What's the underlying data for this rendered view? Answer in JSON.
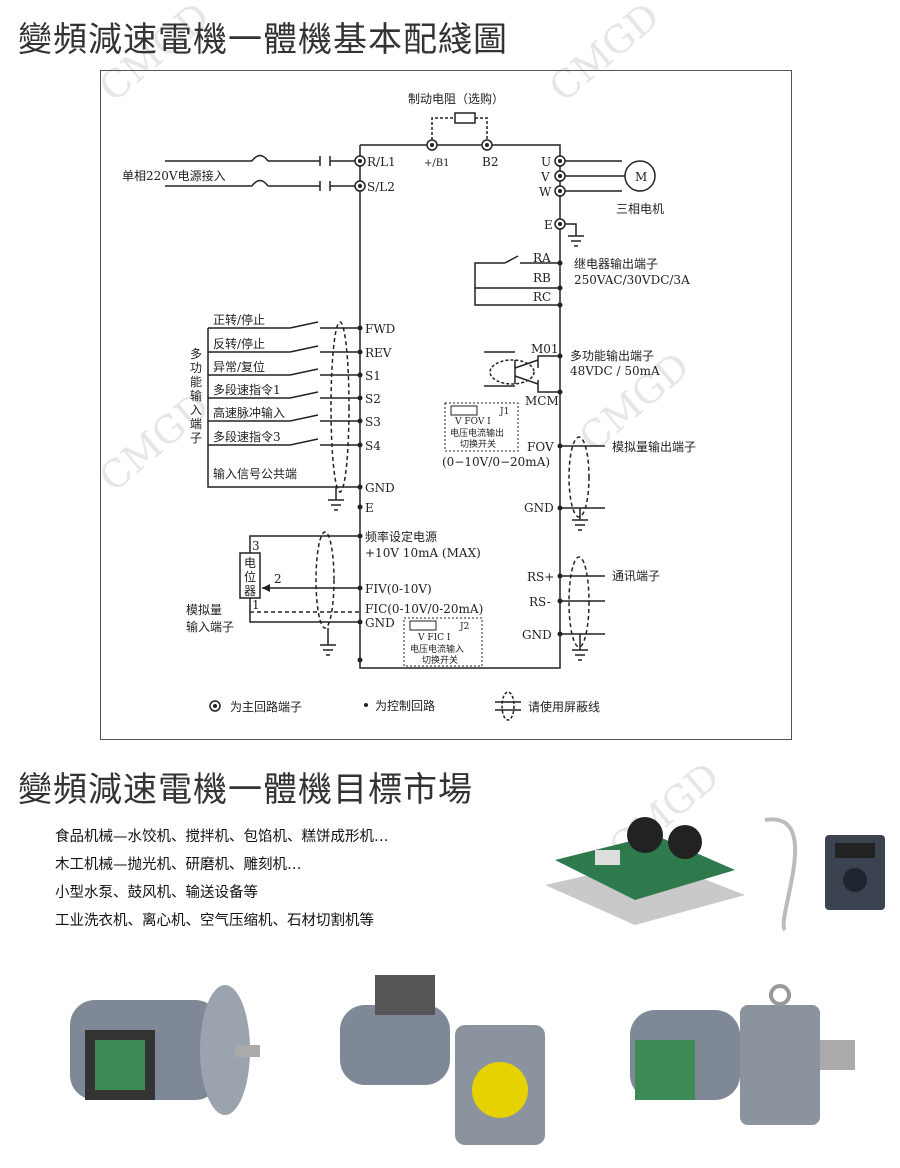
{
  "titles": {
    "wiring": "變頻減速電機一體機基本配綫圖",
    "market": "變頻減速電機一體機目標市場"
  },
  "watermark": "CMGD",
  "diagram": {
    "brake_resistor": "制动电阻（选购）",
    "power_input": "单相220V电源接入",
    "terminals_main": {
      "rl1": "R/L1",
      "sl2": "S/L2",
      "b1": "+/B1",
      "b2": "B2",
      "u": "U",
      "v": "V",
      "w": "W",
      "e": "E"
    },
    "motor_symbol": "M",
    "motor_label": "三相电机",
    "relay": {
      "ra": "RA",
      "rb": "RB",
      "rc": "RC",
      "label": "继电器输出端子",
      "rating": "250VAC/30VDC/3A"
    },
    "mo": {
      "m01": "M01",
      "mcm": "MCM",
      "label": "多功能输出端子",
      "rating": "48VDC / 50mA"
    },
    "j1": {
      "pins": "V  FOV  I",
      "id": "J1",
      "label1": "电压电流输出",
      "label2": "切换开关",
      "range": "(0−10V/0−20mA)"
    },
    "fov": "FOV",
    "analog_out": "模拟量输出端子",
    "gnd": "GND",
    "rs_plus": "RS+",
    "rs_minus": "RS-",
    "comm": "通讯端子",
    "inputs_group": "多功能输入端子",
    "inputs": [
      {
        "label": "正转/停止",
        "term": "FWD"
      },
      {
        "label": "反转/停止",
        "term": "REV"
      },
      {
        "label": "异常/复位",
        "term": "S1"
      },
      {
        "label": "多段速指令1",
        "term": "S2"
      },
      {
        "label": "高速脉冲输入",
        "term": "S3"
      },
      {
        "label": "多段速指令3",
        "term": "S4"
      }
    ],
    "common": "输入信号公共端",
    "e_term": "E",
    "freq_supply": "频率设定电源",
    "freq_rating": "+10V  10mA (MAX)",
    "fiv": "FIV(0-10V)",
    "fic": "FIC(0-10V/0-20mA)",
    "pot": [
      "电",
      "位",
      "器"
    ],
    "pot_pins": [
      "3",
      "2",
      "1"
    ],
    "analog_in": [
      "模拟量",
      "输入端子"
    ],
    "j2": {
      "pins": "V  FIC  I",
      "id": "J2",
      "label1": "电压电流输入",
      "label2": "切换开关"
    },
    "legend": {
      "main": "为主回路端子",
      "control": "为控制回路",
      "shield": "请使用屏蔽线"
    }
  },
  "markets": [
    "食品机械—水饺机、搅拌机、包馅机、糕饼成形机…",
    "木工机械—抛光机、研磨机、雕刻机…",
    "小型水泵、鼓风机、输送设备等",
    "工业洗衣机、离心机、空气压缩机、石材切割机等"
  ]
}
